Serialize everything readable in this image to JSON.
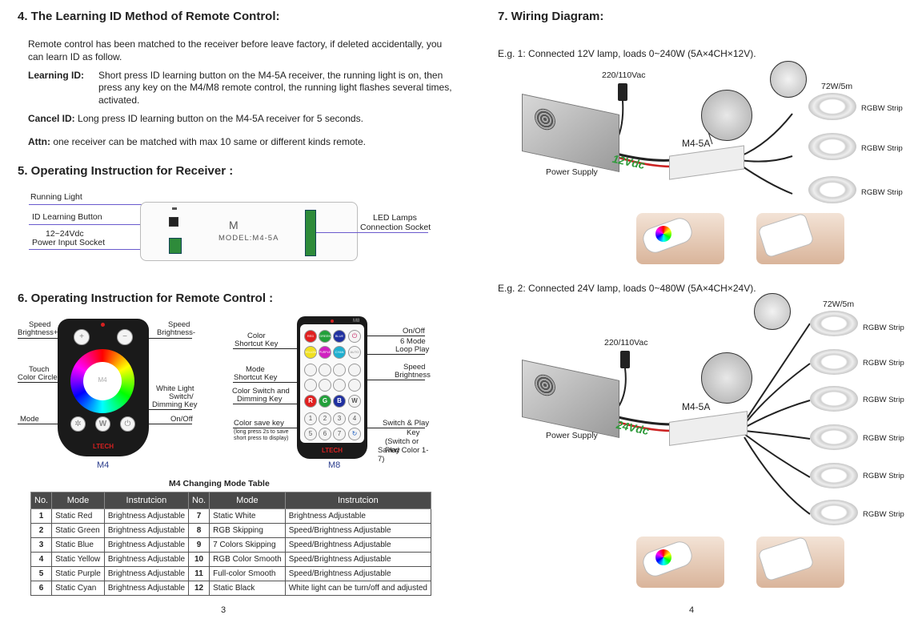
{
  "left": {
    "sec4_title": "4. The Learning ID Method of Remote Control:",
    "sec4_intro_1": "Remote control has been matched to the receiver before leave factory, if deleted accidentally,  you",
    "sec4_intro_2": "can learn ID as follow.",
    "learning_label": "Learning ID:",
    "learning_1": "Short press ID learning button on the M4-5A receiver, the running light is on, then",
    "learning_2": "press any key on the M4/M8 remote control,  the running light flashes several times,",
    "learning_3": "activated.",
    "cancel_label": "Cancel ID:",
    "cancel_text": "Long press ID learning button on the M4-5A receiver for 5 seconds.",
    "attn_label": "Attn:",
    "attn_text": "one receiver can be matched with max 10 same or different kinds remote.",
    "sec5_title": "5. Operating Instruction for Receiver :",
    "recv_running": "Running Light",
    "recv_id": "ID Learning Button",
    "recv_volt": "12~24Vdc",
    "recv_power": "Power Input Socket",
    "recv_led1": "LED Lamps",
    "recv_led2": "Connection Socket",
    "recv_model": "MODEL:M4-5A",
    "recv_brand": "M",
    "sec6_title": "6. Operating Instruction for Remote Control :",
    "m4": {
      "speed_b_plus_1": "Speed",
      "speed_b_plus_2": "Brightness+",
      "speed_b_minus_1": "Speed",
      "speed_b_minus_2": "Brightness-",
      "touch_1": "Touch",
      "touch_2": "Color Circle",
      "white_1": "White Light",
      "white_2": "Switch/",
      "white_3": "Dimming Key",
      "mode": "Mode",
      "onoff": "On/Off",
      "center": "M4",
      "w": "W",
      "brand": "LTECH",
      "name": "M4"
    },
    "m8": {
      "color_1": "Color",
      "color_2": "Shortcut Key",
      "mode_1": "Mode",
      "mode_2": "Shortcut Key",
      "cs_1": "Color Switch and",
      "cs_2": "Dimming Key",
      "save_1": "Color save key",
      "save_2": "(long press 2s to save",
      "save_3": "short press to display)",
      "onoff": "On/Off",
      "loop_1": "6 Mode",
      "loop_2": "Loop Play",
      "sb_1": "Speed",
      "sb_2": "Brightness",
      "sp_1": "Switch & Play",
      "sp_2": "Key",
      "sp_3": "(Switch or Play",
      "sp_4": "Saved Color 1-7)",
      "brand": "LTECH",
      "name": "M8",
      "tag": "M8",
      "k_red": "RED",
      "k_green": "GREEN",
      "k_blue": "BLUE",
      "k_yellow": "YELLOW",
      "k_purple": "PURPLE",
      "k_cyan": "CYAN",
      "k_auto": "AUTO",
      "k_r": "R",
      "k_g": "G",
      "k_b": "B",
      "k_w": "W",
      "nums": [
        "1",
        "2",
        "3",
        "4",
        "5",
        "6",
        "7"
      ]
    },
    "table_title": "M4 Changing Mode Table",
    "table_headers": [
      "No.",
      "Mode",
      "Instrutcion",
      "No.",
      "Mode",
      "Instrutcion"
    ],
    "table_rows": [
      [
        "1",
        "Static Red",
        "Brightness Adjustable",
        "7",
        "Static White",
        "Brightness Adjustable"
      ],
      [
        "2",
        "Static Green",
        "Brightness Adjustable",
        "8",
        "RGB Skipping",
        "Speed/Brightness Adjustable"
      ],
      [
        "3",
        "Static Blue",
        "Brightness Adjustable",
        "9",
        "7 Colors Skipping",
        "Speed/Brightness Adjustable"
      ],
      [
        "4",
        "Static Yellow",
        "Brightness Adjustable",
        "10",
        "RGB Color Smooth",
        "Speed/Brightness Adjustable"
      ],
      [
        "5",
        "Static Purple",
        "Brightness Adjustable",
        "11",
        "Full-color Smooth",
        "Speed/Brightness Adjustable"
      ],
      [
        "6",
        "Static Cyan",
        "Brightness Adjustable",
        "12",
        "Static Black",
        "White light can be turn/off and adjusted"
      ]
    ],
    "page_num": "3"
  },
  "right": {
    "sec7_title": "7. Wiring Diagram:",
    "eg1": "E.g. 1: Connected 12V lamp, loads 0~240W (5A×4CH×12V).",
    "eg1_mains": "220/110Vac",
    "eg1_watt": "72W/5m",
    "eg1_ctrl": "M4-5A",
    "eg1_volt": "12Vdc",
    "eg1_psu": "Power Supply",
    "strip": "RGBW Strip",
    "eg2": "E.g. 2: Connected 24V lamp, loads 0~480W (5A×4CH×24V).",
    "eg2_mains": "220/110Vac",
    "eg2_watt": "72W/5m",
    "eg2_ctrl": "M4-5A",
    "eg2_volt": "24Vdc",
    "eg2_psu": "Power Supply",
    "page_num": "4"
  },
  "colors": {
    "pointer_line": "#6a5acd",
    "volt_green": "#2e9a3a",
    "table_header_bg": "#4a4a4a",
    "ltech_red": "#d62020"
  }
}
